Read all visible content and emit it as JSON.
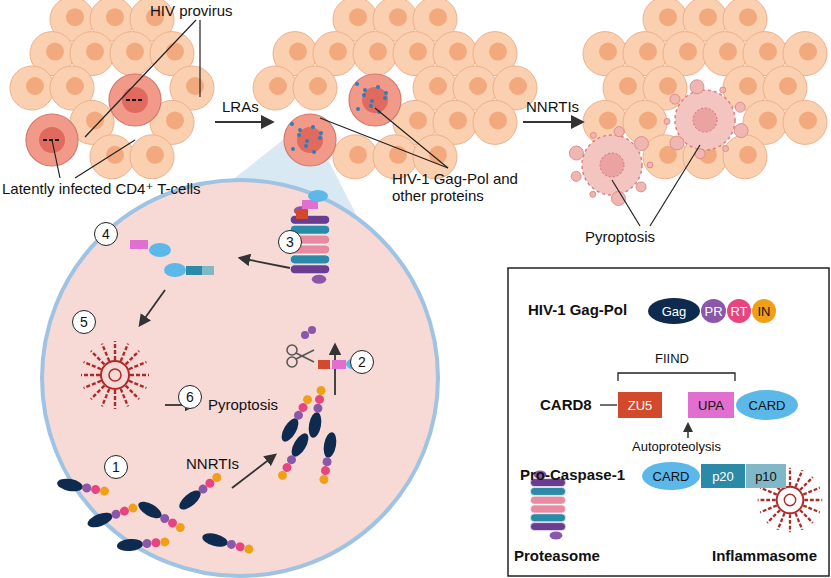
{
  "diagram": {
    "nodes": [
      {
        "text": [
          "Gag"
        ]
      },
      {
        "text": [
          "PR"
        ]
      },
      {
        "text": [
          "RT"
        ]
      },
      {
        "text": [
          "IN"
        ]
      },
      {
        "text": [
          "ZU5"
        ]
      },
      {
        "text": [
          "UPA"
        ]
      },
      {
        "text": [
          "CARD"
        ]
      },
      {
        "text": [
          "CARD"
        ]
      },
      {
        "text": [
          "p20"
        ]
      },
      {
        "text": [
          "p10"
        ]
      }
    ],
    "labels": [
      "HIV provirus",
      "Latently infected CD4⁺ T-cells",
      "LRAs",
      "HIV-1 Gag-Pol and other proteins",
      "NNRTIs",
      "Pyroptosis",
      "4",
      "3",
      "5",
      "2",
      "6",
      "Pyroptosis",
      "1",
      "NNRTIs",
      "HIV-1 Gag-Pol",
      "CARD8",
      "FIIND",
      "Autoproteolysis",
      "Pro-Caspase-1",
      "Proteasome",
      "Inflammasome"
    ]
  }
}
